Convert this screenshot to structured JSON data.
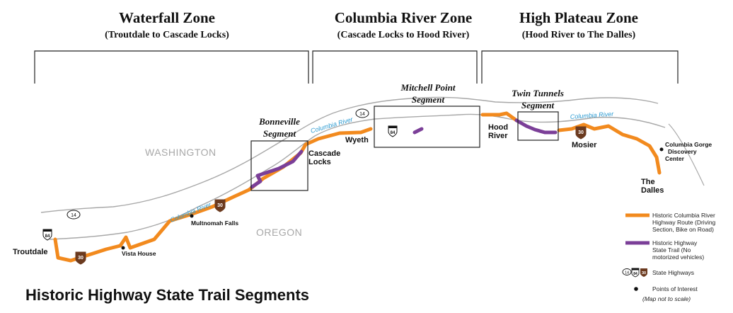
{
  "zones": [
    {
      "title": "Waterfall Zone",
      "subtitle": "(Troutdale to Cascade Locks)"
    },
    {
      "title": "Columbia River Zone",
      "subtitle": "(Cascade Locks to Hood River)"
    },
    {
      "title": "High Plateau Zone",
      "subtitle": "(Hood River to The Dalles)"
    }
  ],
  "segments": {
    "bonneville": [
      "Bonneville",
      "Segment"
    ],
    "mitchell": [
      "Mitchell Point",
      "Segment"
    ],
    "twin_tunnels": [
      "Twin Tunnels",
      "Segment"
    ]
  },
  "states": {
    "north": "WASHINGTON",
    "south": "OREGON"
  },
  "river_label": "Columbia River",
  "towns": {
    "troutdale": "Troutdale",
    "cascade_locks": [
      "Cascade",
      "Locks"
    ],
    "wyeth": "Wyeth",
    "hood_river": [
      "Hood",
      "River"
    ],
    "mosier": "Mosier",
    "the_dalles": [
      "The",
      "Dalles"
    ]
  },
  "points_of_interest": {
    "vista_house": "Vista House",
    "multnomah_falls": "Multnomah Falls",
    "discovery_center": [
      "Columbia Gorge",
      "Discovery",
      "Center"
    ]
  },
  "highway_shields": {
    "interstate": "84",
    "state": "14",
    "us": "30"
  },
  "legend": {
    "route": [
      "Historic Columbia River",
      "Highway Route (Driving",
      "Section, Bike on Road)"
    ],
    "trail": [
      "Historic  Highway",
      "State Trail (No",
      "motorized vehicles)"
    ],
    "highways": "State Highways",
    "poi": "Points of Interest",
    "scale_note": "(Map not to scale)"
  },
  "title": "Historic Highway State Trail Segments",
  "colors": {
    "route": "#f28a1e",
    "trail": "#7b3f98",
    "river": "#2b9ad1",
    "shore": "#a8a8a8",
    "us_shield": "#6b3a1f"
  }
}
